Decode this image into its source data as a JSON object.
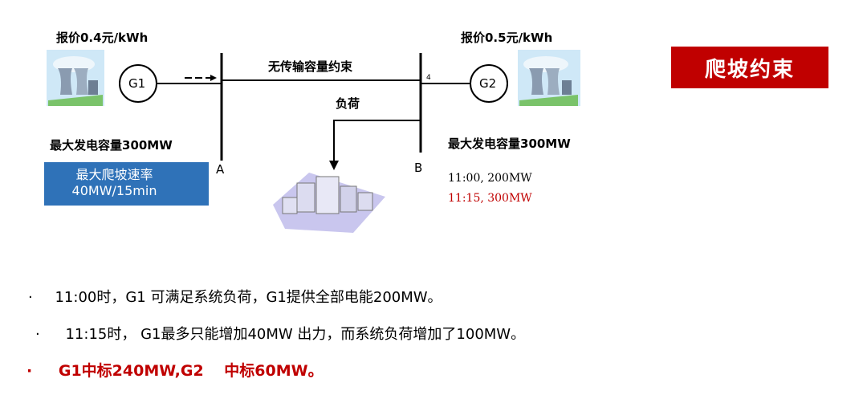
{
  "title": "爬坡约束",
  "gen1": {
    "price": "报价0.4元/kWh",
    "label": "G1",
    "capacity": "最大发电容量300MW",
    "ramp_line1": "最大爬坡速率",
    "ramp_line2": "40MW/15min"
  },
  "gen2": {
    "price": "报价0.5元/kWh",
    "label": "G2",
    "capacity": "最大发电容量300MW",
    "load_1100": "11:00, 200MW",
    "load_1115": "11:15, 300MW"
  },
  "line_label": "无传输容量约束",
  "load_label": "负荷",
  "bus_a": "A",
  "bus_b": "B",
  "marker_4": "4",
  "bullets": [
    "11:00时，G1 可满足系统负荷，G1提供全部电能200MW。",
    "11:15时， G1最多只能增加40MW 出力，而系统负荷增加了100MW。",
    "G1中标240MW,G2　 中标60MW。"
  ],
  "bullet_mark": "·",
  "colors": {
    "accent_red": "#c00000",
    "box_blue": "#2f72b8"
  }
}
